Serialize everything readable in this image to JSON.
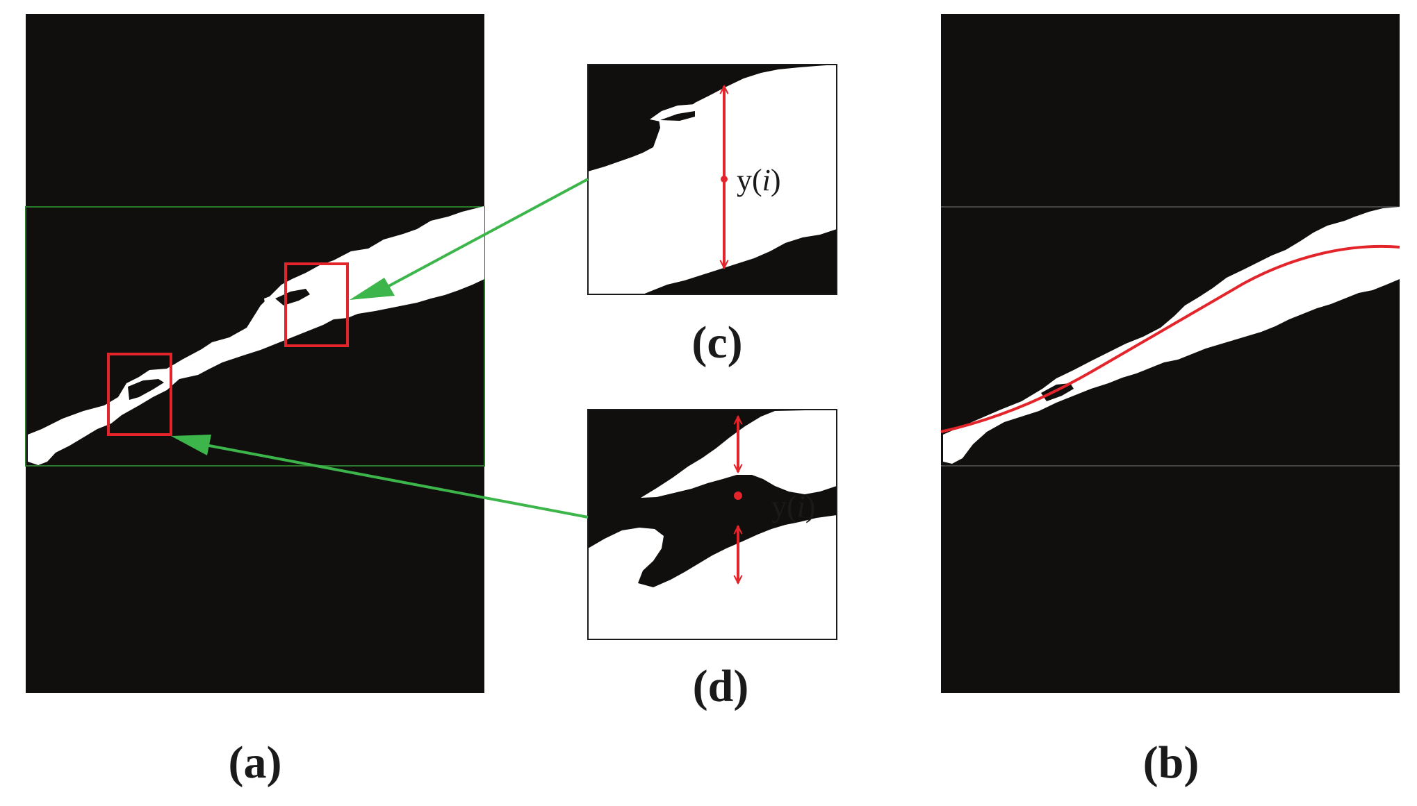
{
  "labels": {
    "a": "(a)",
    "b": "(b)",
    "c": "(c)",
    "d": "(d)"
  },
  "annotations": {
    "c": {
      "prefix": "y(",
      "variable": "i",
      "suffix": ")"
    },
    "d": {
      "prefix": "y(",
      "variable": "i",
      "suffix": ")"
    }
  },
  "colors": {
    "background": "#ffffff",
    "image_black": "#110f0d",
    "crack_white": "#ffffff",
    "roi_green": "#2a7a2a",
    "arrow_green": "#3cb54a",
    "marker_red": "#e3242b",
    "roi_gray": "#444444"
  }
}
